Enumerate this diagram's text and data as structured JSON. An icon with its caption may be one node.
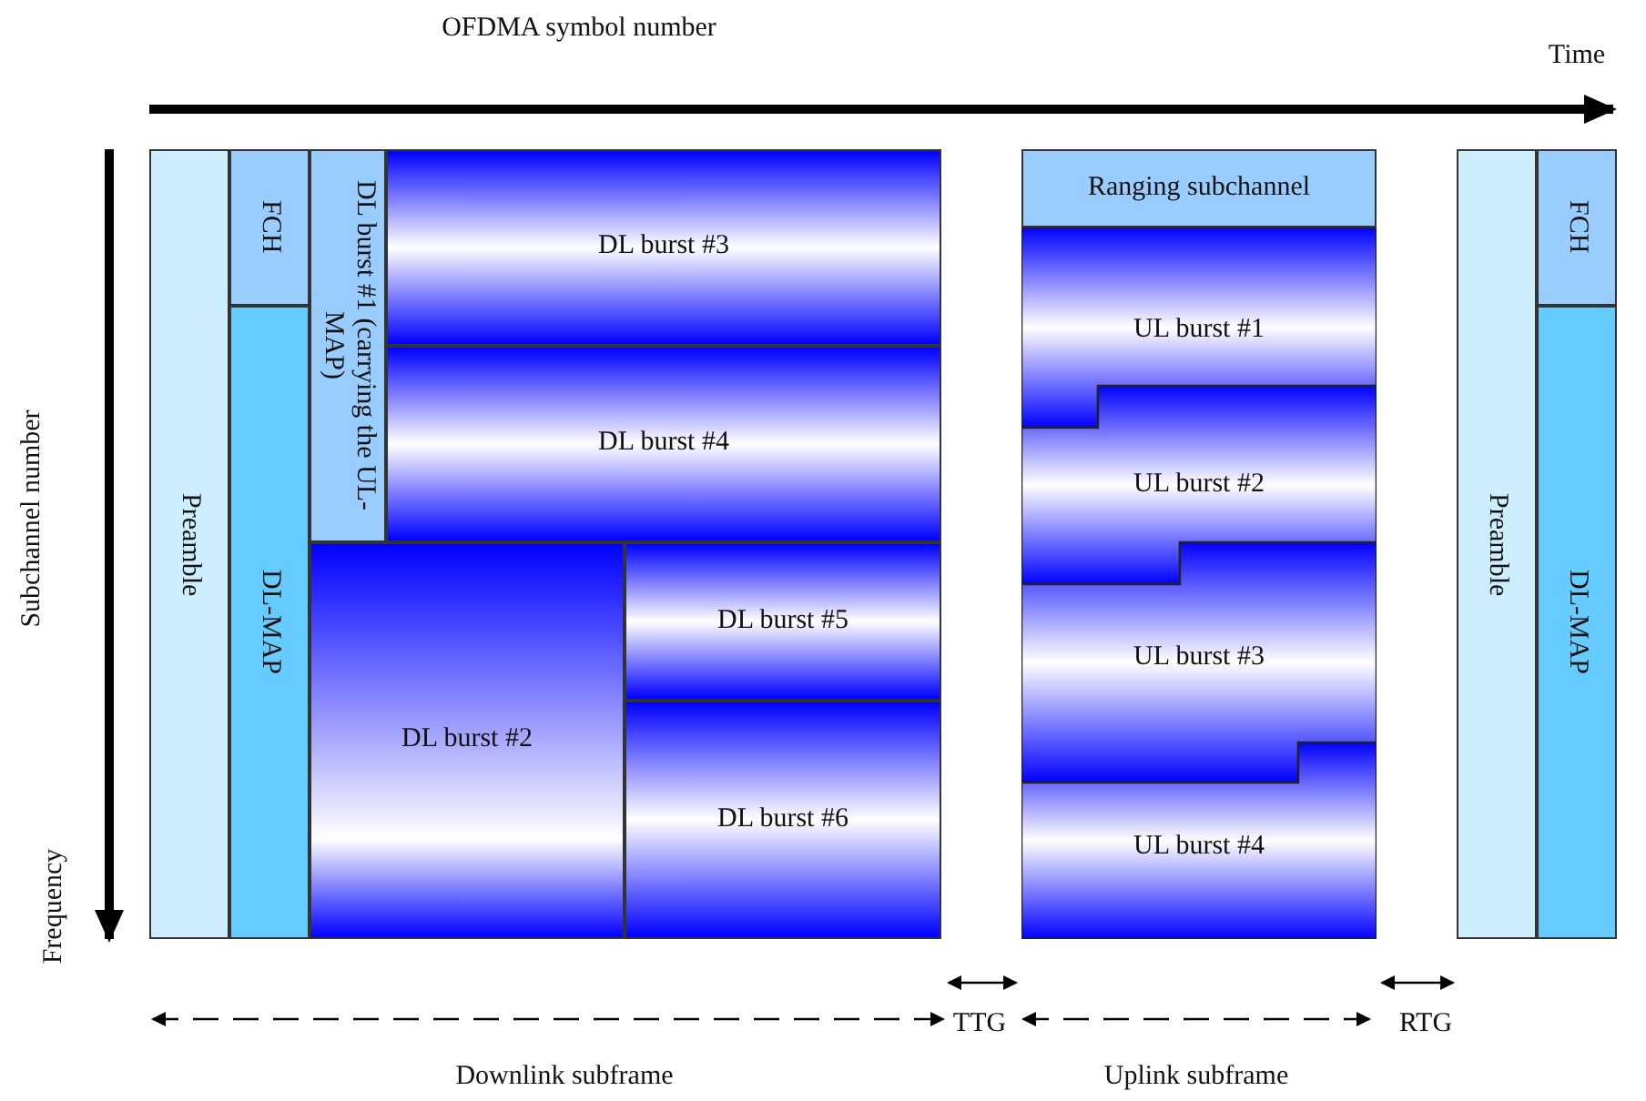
{
  "diagram": {
    "nodes": [
      {
        "text": [
          "Preamble"
        ]
      },
      {
        "text": [
          "FCH"
        ]
      },
      {
        "text": [
          "DL-MAP"
        ]
      },
      {
        "text": [
          "DL burst #1 (carrying the UL-MAP)"
        ]
      },
      {
        "text": [
          "DL burst #3"
        ]
      },
      {
        "text": [
          "DL burst #4"
        ]
      },
      {
        "text": [
          "DL burst #2"
        ]
      },
      {
        "text": [
          "DL burst #5"
        ]
      },
      {
        "text": [
          "DL burst #6"
        ]
      },
      {
        "text": [
          "Ranging subchannel"
        ]
      },
      {
        "text": [
          "UL burst #1"
        ]
      },
      {
        "text": [
          "UL burst #2"
        ]
      },
      {
        "text": [
          "UL burst #3"
        ]
      },
      {
        "text": [
          "UL burst #4"
        ]
      },
      {
        "text": [
          "Preamble"
        ]
      },
      {
        "text": [
          "FCH"
        ]
      },
      {
        "text": [
          "DL-MAP"
        ]
      }
    ],
    "edges": [],
    "labels": [
      "OFDMA symbol number",
      "Time",
      "Subchannel number",
      "Frequency",
      "TTG",
      "RTG",
      "Downlink subframe",
      "Uplink subframe"
    ]
  }
}
